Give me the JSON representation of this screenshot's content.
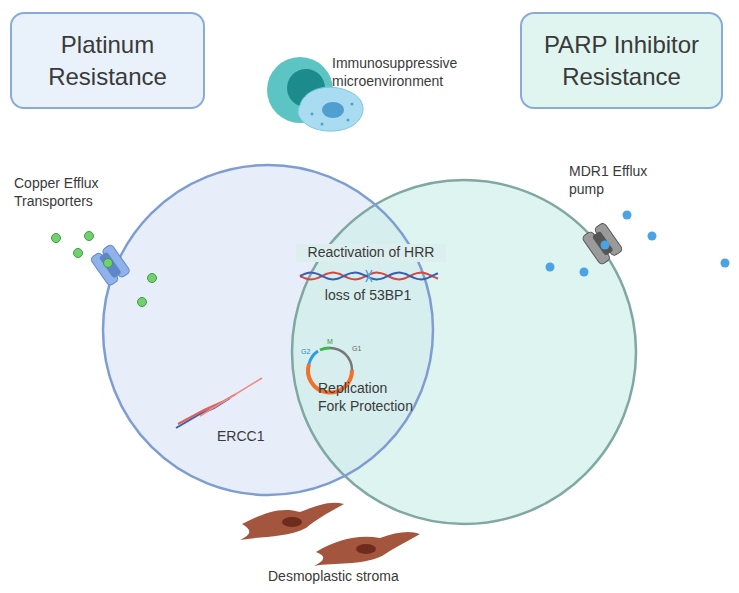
{
  "diagram": {
    "nodes": [
      {
        "text": [
          "Platinum Resistance"
        ]
      },
      {
        "text": [
          "PARP Inhibitor Resistance"
        ]
      }
    ],
    "labels": [
      "Immunosuppressive microenvironment",
      "Copper Efflux Transporters",
      "MDR1 Efflux pump",
      "Reactivation of HRR",
      "loss of 53BP1",
      "Replication Fork Protection",
      "ERCC1",
      "Desmoplastic stroma",
      "M",
      "G2",
      "G1"
    ]
  }
}
